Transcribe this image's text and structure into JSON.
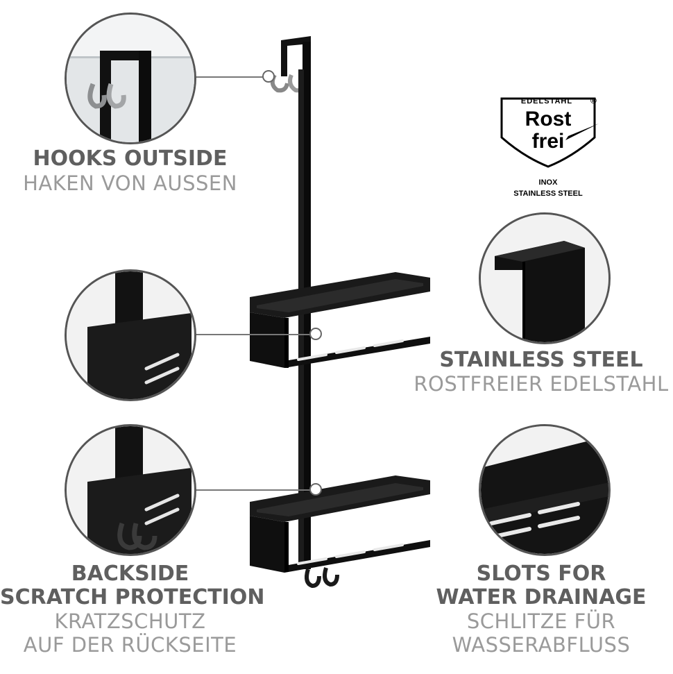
{
  "features": {
    "hooks": {
      "title": "HOOKS OUTSIDE",
      "subtitle": "HAKEN VON AUSSEN"
    },
    "steel": {
      "title": "STAINLESS STEEL",
      "subtitle": "ROSTFREIER EDELSTAHL"
    },
    "backside": {
      "title_line1": "BACKSIDE",
      "title_line2": "SCRATCH PROTECTION",
      "subtitle_line1": "KRATZSCHUTZ",
      "subtitle_line2": "AUF DER RÜCKSEITE"
    },
    "slots": {
      "title_line1": "SLOTS FOR",
      "title_line2": "WATER DRAINAGE",
      "subtitle_line1": "SCHLITZE FÜR",
      "subtitle_line2": "WASSERABFLUSS"
    }
  },
  "logo": {
    "top": "EDELSTAHL",
    "registered": "®",
    "word1": "Rost",
    "word2": "frei",
    "line1": "INOX",
    "line2": "STAINLESS STEEL"
  },
  "colors": {
    "product": "#111111",
    "title": "#5f5f5f",
    "subtitle": "#9a9a9a",
    "circle_border": "#555555"
  }
}
